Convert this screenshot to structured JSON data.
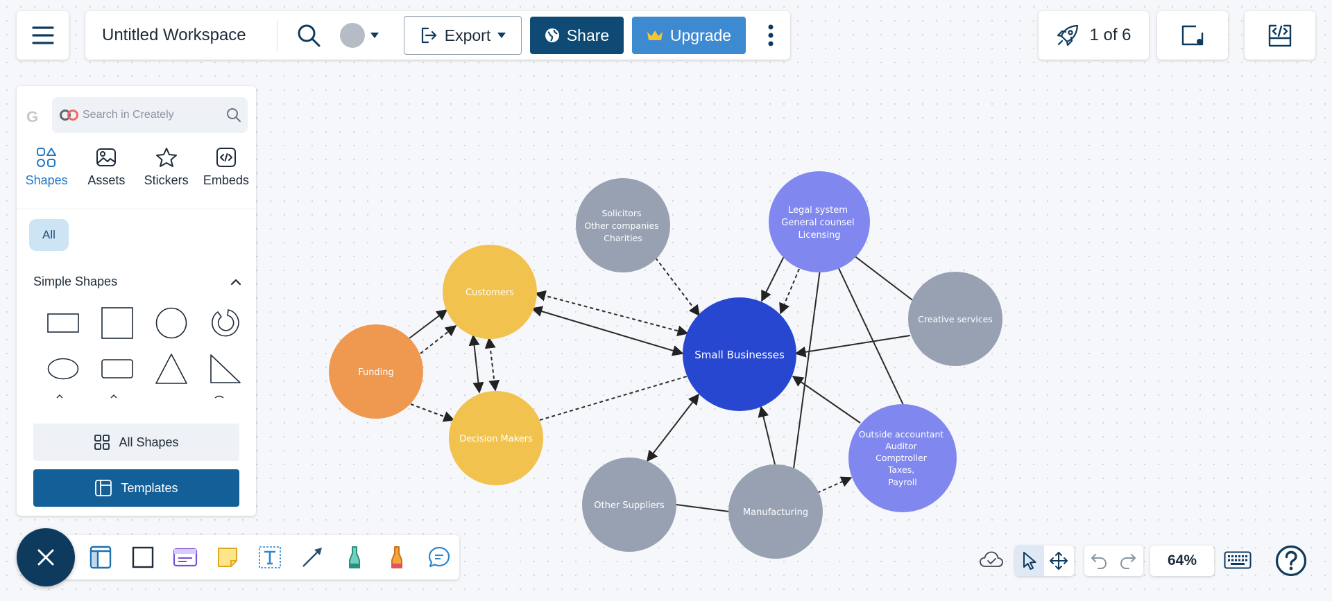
{
  "workspace": {
    "title": "Untitled Workspace"
  },
  "toolbar": {
    "export_label": "Export",
    "share_label": "Share",
    "upgrade_label": "Upgrade",
    "present_label": "1 of 6"
  },
  "panel": {
    "search_placeholder": "Search in Creately",
    "tabs": [
      {
        "label": "Shapes",
        "icon": "shapes-icon",
        "active": true
      },
      {
        "label": "Assets",
        "icon": "image-icon"
      },
      {
        "label": "Stickers",
        "icon": "star-icon"
      },
      {
        "label": "Embeds",
        "icon": "code-icon"
      }
    ],
    "filter_chip": "All",
    "section_title": "Simple Shapes",
    "all_shapes_label": "All Shapes",
    "templates_label": "Templates"
  },
  "zoom": {
    "level": "64%"
  },
  "colors": {
    "brand_dark": "#0e4a73",
    "upgrade": "#3d8ad1",
    "templates": "#135f97",
    "fab": "#0e3a5e",
    "center_node": "#2747d0",
    "yellow_node": "#f1c24d",
    "orange_node": "#ee9850",
    "gray_node": "#97a1b2",
    "purple_node": "#8088ef"
  },
  "diagram": {
    "nodes": [
      {
        "id": "center",
        "lines": [
          "Small Businesses"
        ]
      },
      {
        "id": "customers",
        "lines": [
          "Customers"
        ]
      },
      {
        "id": "funding",
        "lines": [
          "Funding"
        ]
      },
      {
        "id": "decision",
        "lines": [
          "Decision Makers"
        ]
      },
      {
        "id": "solicitors",
        "lines": [
          "Solicitors",
          "Other companies",
          "Charities"
        ]
      },
      {
        "id": "legal",
        "lines": [
          "Legal system",
          "General counsel",
          "Licensing"
        ]
      },
      {
        "id": "creative",
        "lines": [
          "Creative services"
        ]
      },
      {
        "id": "accountant",
        "lines": [
          "Outside accountant",
          "Auditor",
          "Comptroller",
          "Taxes,",
          "Payroll"
        ]
      },
      {
        "id": "manufacturing",
        "lines": [
          "Manufacturing"
        ]
      },
      {
        "id": "suppliers",
        "lines": [
          "Other Suppliers"
        ]
      }
    ]
  }
}
